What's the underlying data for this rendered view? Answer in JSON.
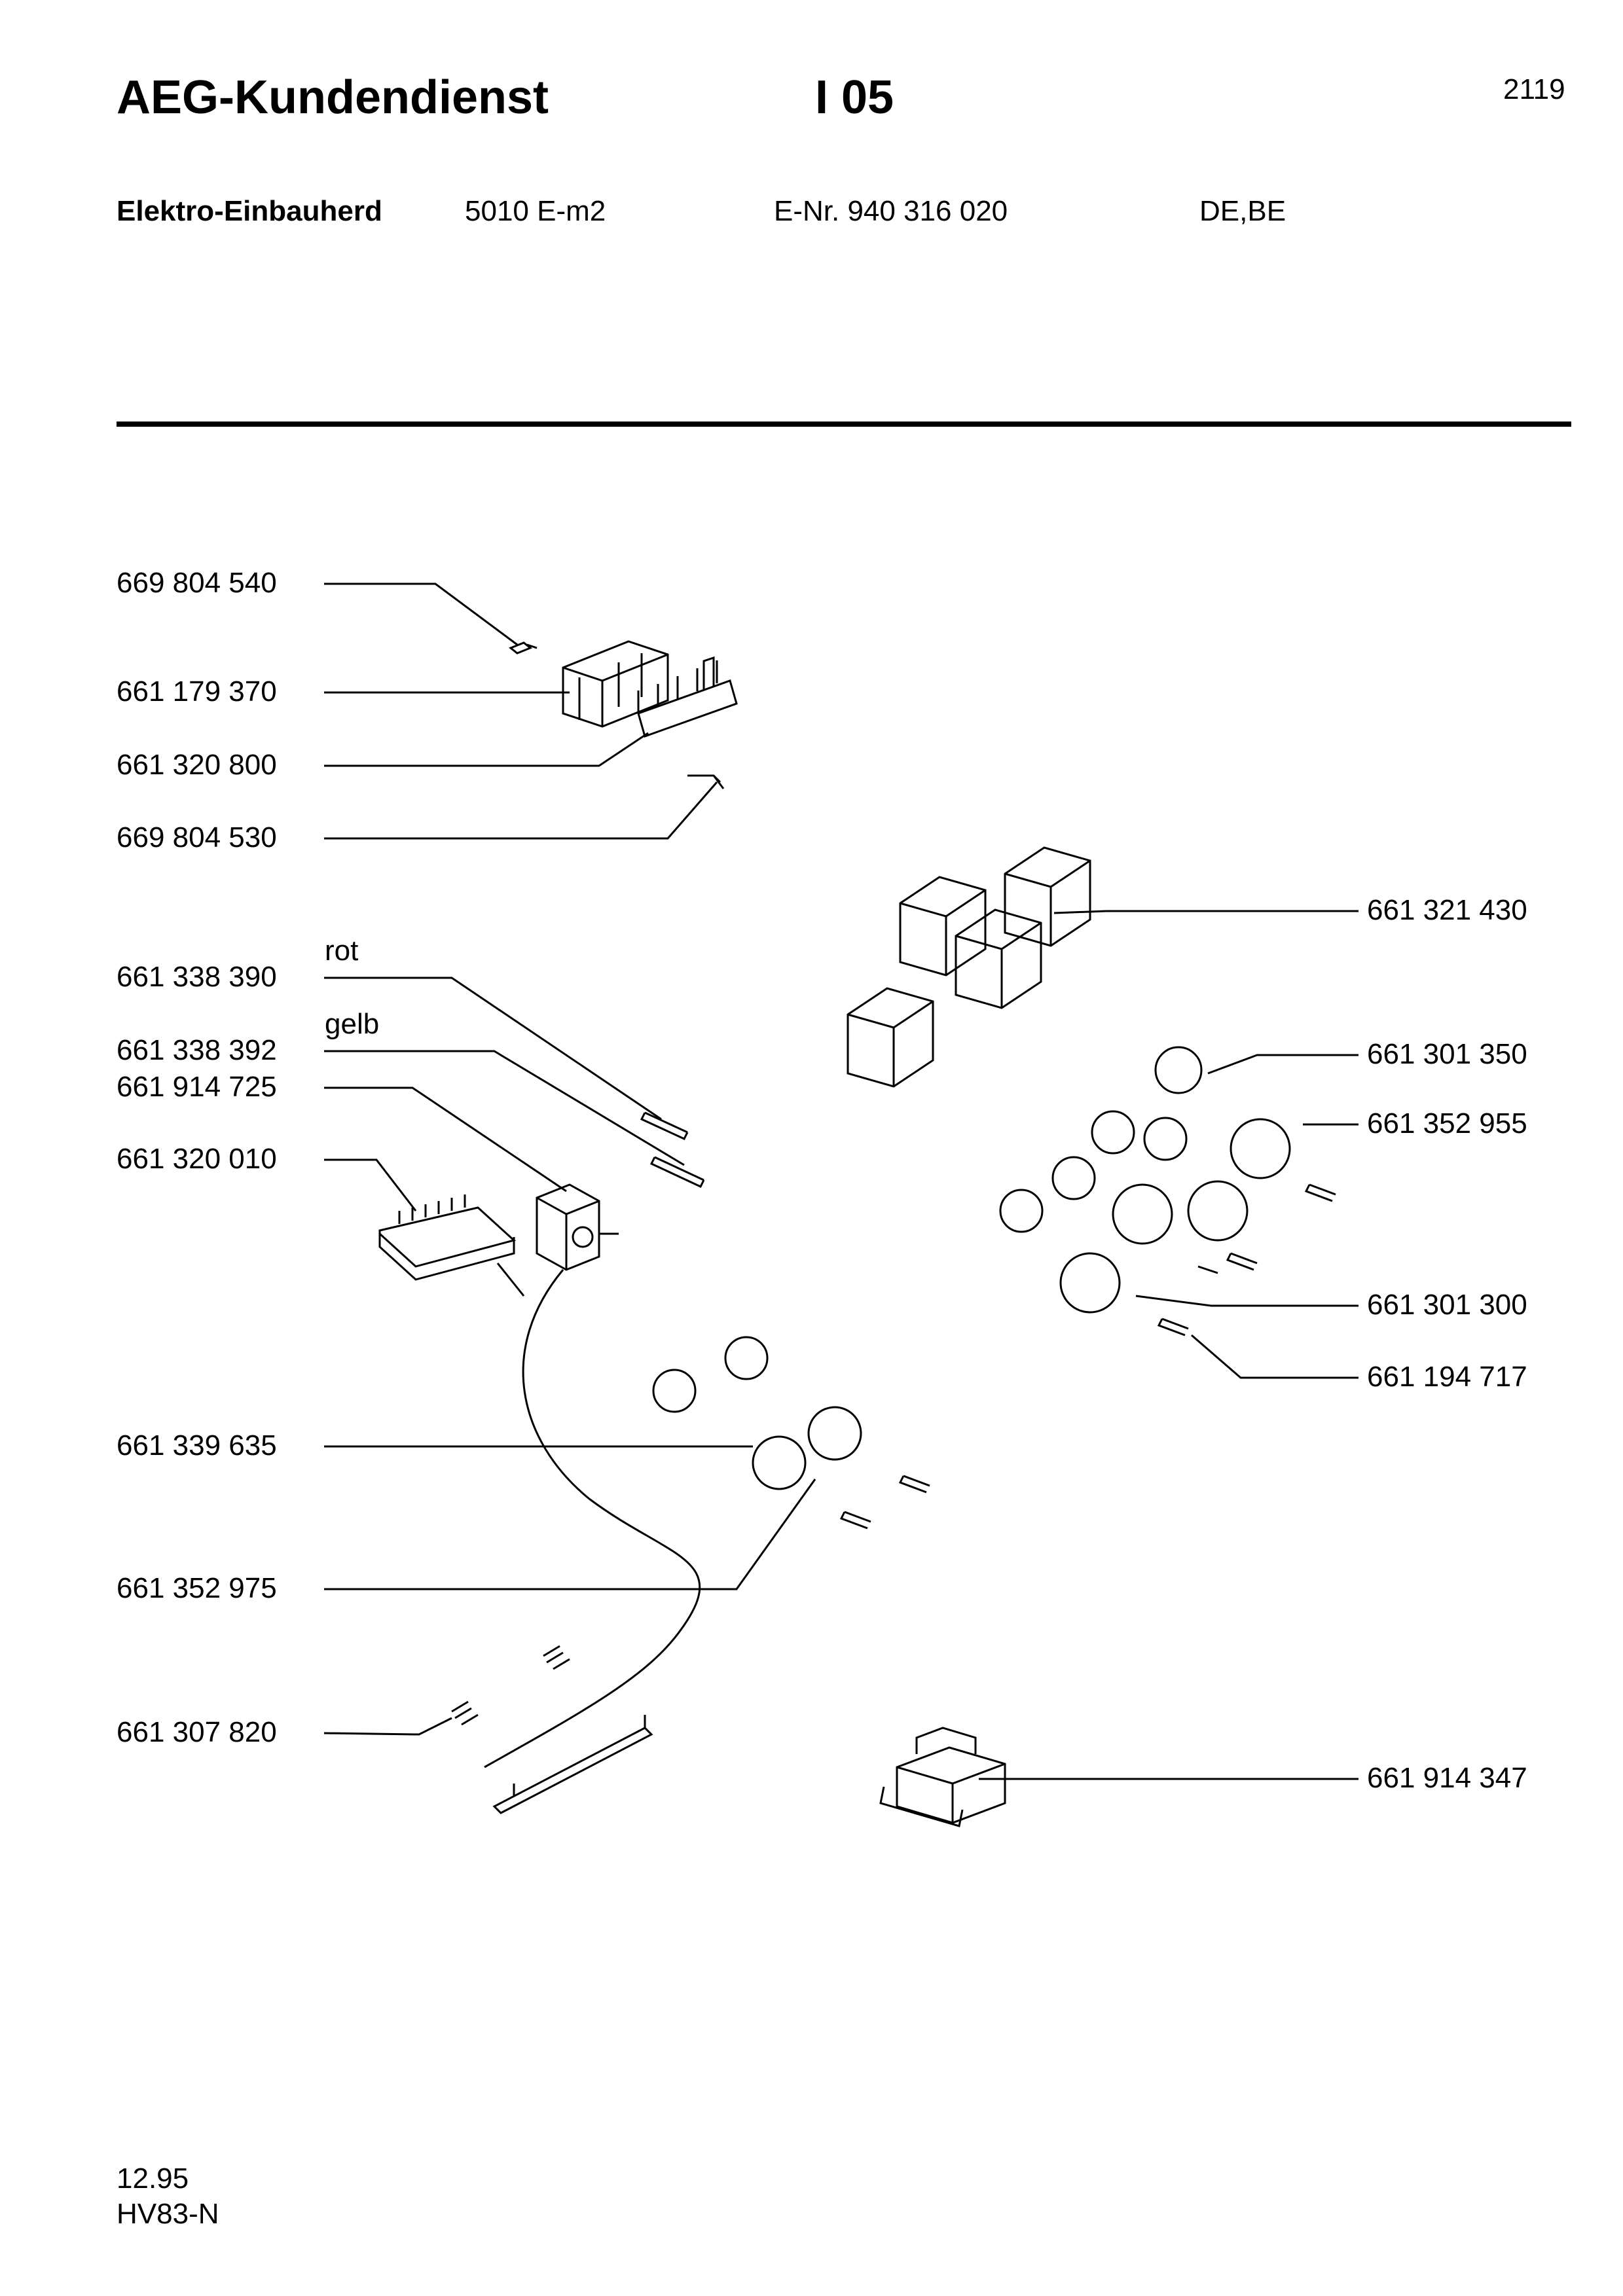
{
  "header": {
    "brand": "AEG-Kundendienst",
    "section": "I 05",
    "page_number": "2119",
    "appliance_type": "Elektro-Einbauherd",
    "model": "5010 E-m2",
    "e_number": "E-Nr. 940 316 020",
    "countries": "DE,BE"
  },
  "parts": [
    {
      "id": "p01",
      "number": "669 804 540"
    },
    {
      "id": "p02",
      "number": "661 179 370"
    },
    {
      "id": "p03",
      "number": "661 320 800"
    },
    {
      "id": "p04",
      "number": "669 804 530"
    },
    {
      "id": "p05",
      "number": "661 338 390",
      "note": "rot"
    },
    {
      "id": "p06",
      "number": "661 338 392",
      "note": "gelb"
    },
    {
      "id": "p07",
      "number": "661 914 725"
    },
    {
      "id": "p08",
      "number": "661 320 010"
    },
    {
      "id": "p09",
      "number": "661 339 635"
    },
    {
      "id": "p10",
      "number": "661 352 975"
    },
    {
      "id": "p11",
      "number": "661 307 820"
    },
    {
      "id": "p12",
      "number": "661 321 430"
    },
    {
      "id": "p13",
      "number": "661 301 350"
    },
    {
      "id": "p14",
      "number": "661 352 955"
    },
    {
      "id": "p15",
      "number": "661 301 300"
    },
    {
      "id": "p16",
      "number": "661 194 717"
    },
    {
      "id": "p17",
      "number": "661 914 347"
    }
  ],
  "footer": {
    "date": "12.95",
    "code": "HV83-N"
  }
}
